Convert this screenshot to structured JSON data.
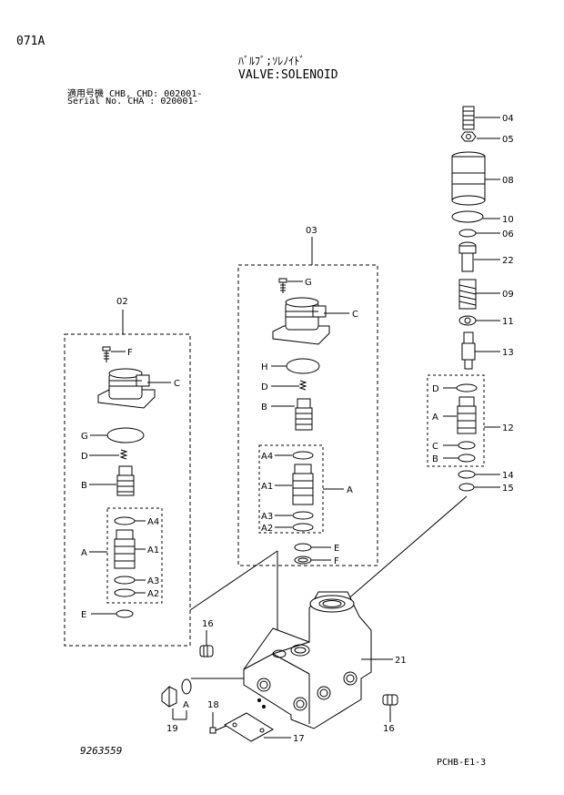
{
  "header": {
    "page_code": "071A",
    "title_jp": "ﾊﾞﾙﾌﾞ;ｿﾚﾉｲﾄﾞ",
    "title_en": "VALVE:SOLENOID",
    "applicability_line1": "適用号機 CHB, CHD: 002001-",
    "applicability_line2": "Serial No. CHA     : 020001-"
  },
  "footer": {
    "drawing_number": "9263559",
    "sheet_code": "PCHB-E1-3"
  },
  "callouts": {
    "c02": "02",
    "c03": "03",
    "c04": "04",
    "c05": "05",
    "c06": "06",
    "c08": "08",
    "c09": "09",
    "c10": "10",
    "c11": "11",
    "c12": "12",
    "c13": "13",
    "c14": "14",
    "c15": "15",
    "c16a": "16",
    "c16b": "16",
    "c17": "17",
    "c18": "18",
    "c19": "19",
    "c21": "21"
  },
  "letters": {
    "F": "F",
    "C": "C",
    "G": "G",
    "D": "D",
    "B": "B",
    "A": "A",
    "A1": "A1",
    "A2": "A2",
    "A3": "A3",
    "A4": "A4",
    "E": "E",
    "H": "H"
  }
}
